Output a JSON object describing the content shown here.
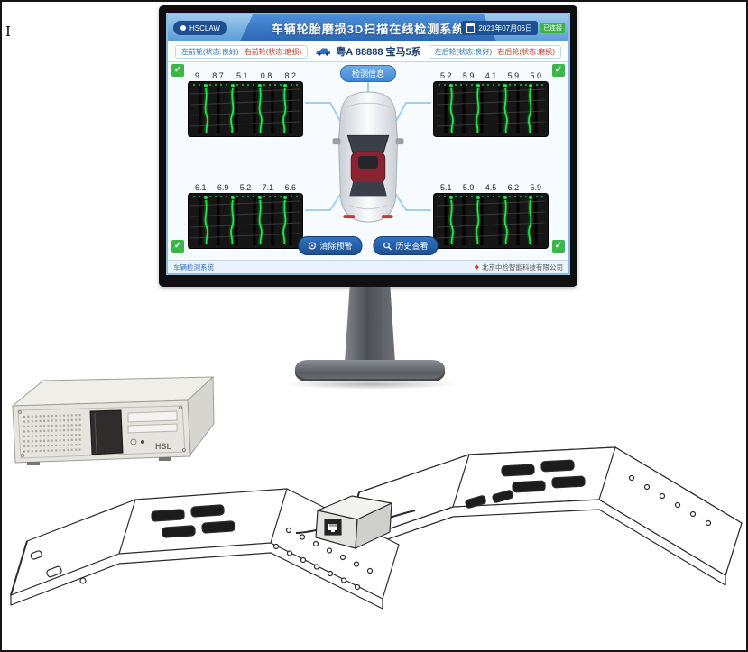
{
  "cursor_glyph": "I",
  "colors": {
    "header_blue": "#4a90d9",
    "accent_blue": "#1d4f91",
    "success_green": "#3cb54a",
    "laser_green": "#2be24b",
    "roof_red": "#8a2433"
  },
  "screen": {
    "logo": "HSCLAW",
    "title": "车辆轮胎磨损3D扫描在线检测系统",
    "date": "2021年07月06日",
    "status": "已连接",
    "vehicle_bar": {
      "left": {
        "ok": "左前轮(状态:良好)",
        "alert": "右前轮(状态:磨损)"
      },
      "plate": "粤A 88888 宝马5系",
      "right": {
        "ok": "左后轮(状态:良好)",
        "alert": "右后轮(状态:磨损)"
      }
    },
    "info_label": "检测信息",
    "check_glyph": "✓",
    "tires": {
      "front_left": {
        "values": [
          "9",
          "8.7",
          "5.1",
          "0.8",
          "8.2"
        ]
      },
      "front_right": {
        "values": [
          "5.2",
          "5.9",
          "4.1",
          "5.9",
          "5.0"
        ]
      },
      "rear_left": {
        "values": [
          "6.1",
          "6.9",
          "5.2",
          "7.1",
          "6.6"
        ]
      },
      "rear_right": {
        "values": [
          "5.1",
          "5.9",
          "4.5",
          "6.2",
          "5.9"
        ]
      }
    },
    "buttons": {
      "clear": "清除预警",
      "history": "历史查看"
    },
    "footer": {
      "left": "车辆检测系统",
      "logo_glyph": "◆",
      "right": "北京中检智能科技有限公司"
    }
  },
  "pc": {
    "label": "HSL"
  }
}
